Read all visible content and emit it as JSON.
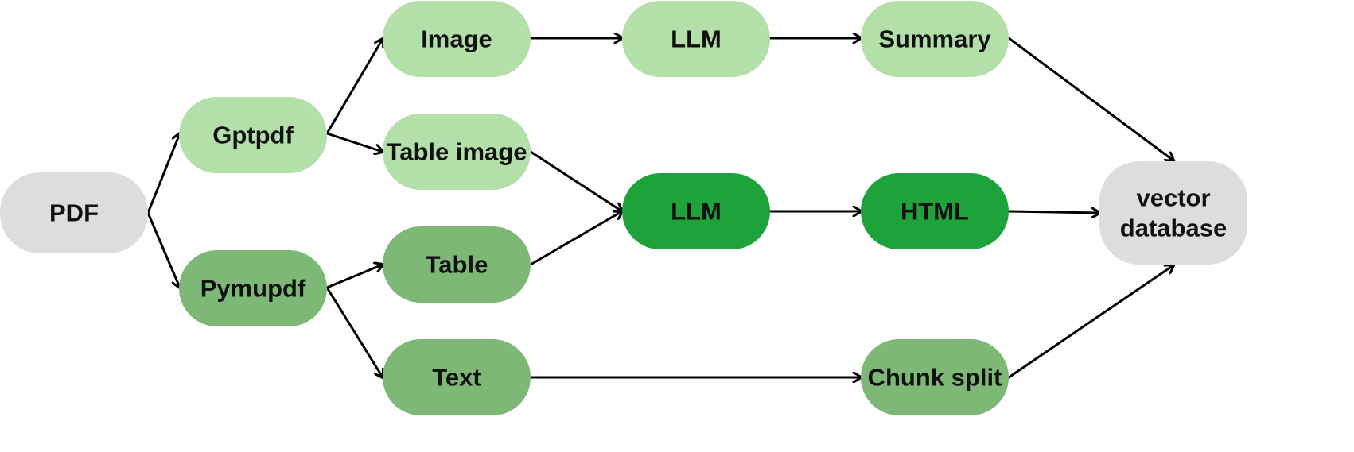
{
  "diagram": {
    "palette": {
      "gray": "#dddddd",
      "light_green": "#b3dfa8",
      "mid_green": "#7db877",
      "dark_green": "#1ea23a",
      "arrow": "#000000",
      "text": "#111111"
    },
    "nodes": [
      {
        "id": "pdf",
        "lines": [
          "PDF"
        ],
        "color": "gray"
      },
      {
        "id": "gptpdf",
        "lines": [
          "Gptpdf"
        ],
        "color": "light_green"
      },
      {
        "id": "pymupdf",
        "lines": [
          "Pymupdf"
        ],
        "color": "mid_green"
      },
      {
        "id": "image",
        "lines": [
          "Image"
        ],
        "color": "light_green"
      },
      {
        "id": "table-image",
        "lines": [
          "Table image"
        ],
        "color": "light_green"
      },
      {
        "id": "table",
        "lines": [
          "Table"
        ],
        "color": "mid_green"
      },
      {
        "id": "text",
        "lines": [
          "Text"
        ],
        "color": "mid_green"
      },
      {
        "id": "llm-top",
        "lines": [
          "LLM"
        ],
        "color": "light_green"
      },
      {
        "id": "llm-mid",
        "lines": [
          "LLM"
        ],
        "color": "dark_green"
      },
      {
        "id": "summary",
        "lines": [
          "Summary"
        ],
        "color": "light_green"
      },
      {
        "id": "html",
        "lines": [
          "HTML"
        ],
        "color": "dark_green"
      },
      {
        "id": "chunk-split",
        "lines": [
          "Chunk split"
        ],
        "color": "mid_green"
      },
      {
        "id": "vector-database",
        "lines": [
          "vector",
          "database"
        ],
        "color": "gray"
      }
    ],
    "edges": [
      {
        "from": "pdf",
        "to": "gptpdf"
      },
      {
        "from": "pdf",
        "to": "pymupdf"
      },
      {
        "from": "gptpdf",
        "to": "image"
      },
      {
        "from": "gptpdf",
        "to": "table-image"
      },
      {
        "from": "pymupdf",
        "to": "table"
      },
      {
        "from": "pymupdf",
        "to": "text"
      },
      {
        "from": "image",
        "to": "llm-top"
      },
      {
        "from": "llm-top",
        "to": "summary"
      },
      {
        "from": "table-image",
        "to": "llm-mid"
      },
      {
        "from": "table",
        "to": "llm-mid"
      },
      {
        "from": "llm-mid",
        "to": "html"
      },
      {
        "from": "text",
        "to": "chunk-split"
      },
      {
        "from": "summary",
        "to": "vector-database"
      },
      {
        "from": "html",
        "to": "vector-database"
      },
      {
        "from": "chunk-split",
        "to": "vector-database"
      }
    ]
  }
}
